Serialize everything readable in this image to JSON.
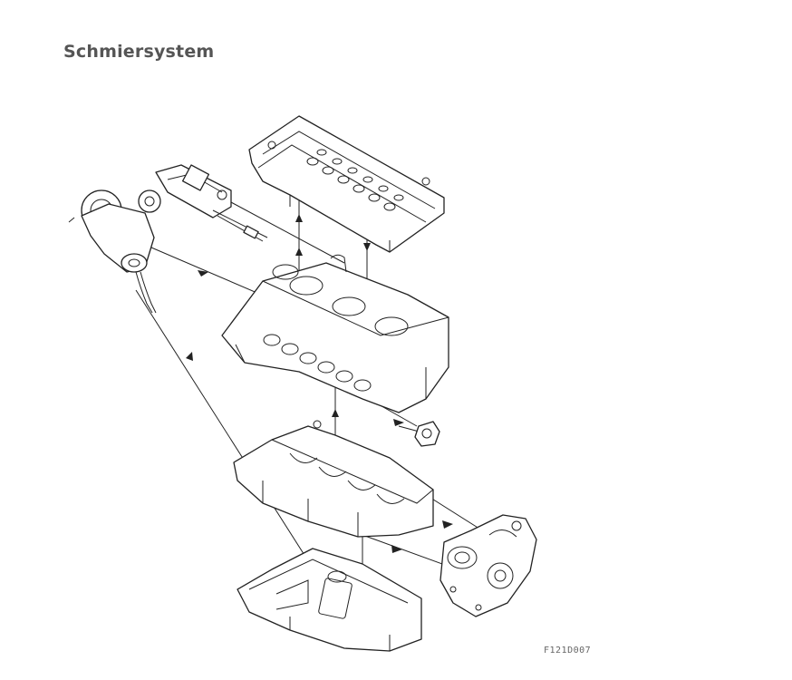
{
  "page": {
    "title": "Schmiersystem"
  },
  "figure": {
    "code": "F121D007"
  },
  "colors": {
    "title": "#555555",
    "line": "#222222",
    "background": "#ffffff"
  },
  "parts": [
    "cylinder-head",
    "camshaft-oil-rail",
    "turbocharger",
    "engine-block",
    "oil-pressure-switch",
    "crankcase-lower-section",
    "oil-pump-housing",
    "oil-pan"
  ]
}
